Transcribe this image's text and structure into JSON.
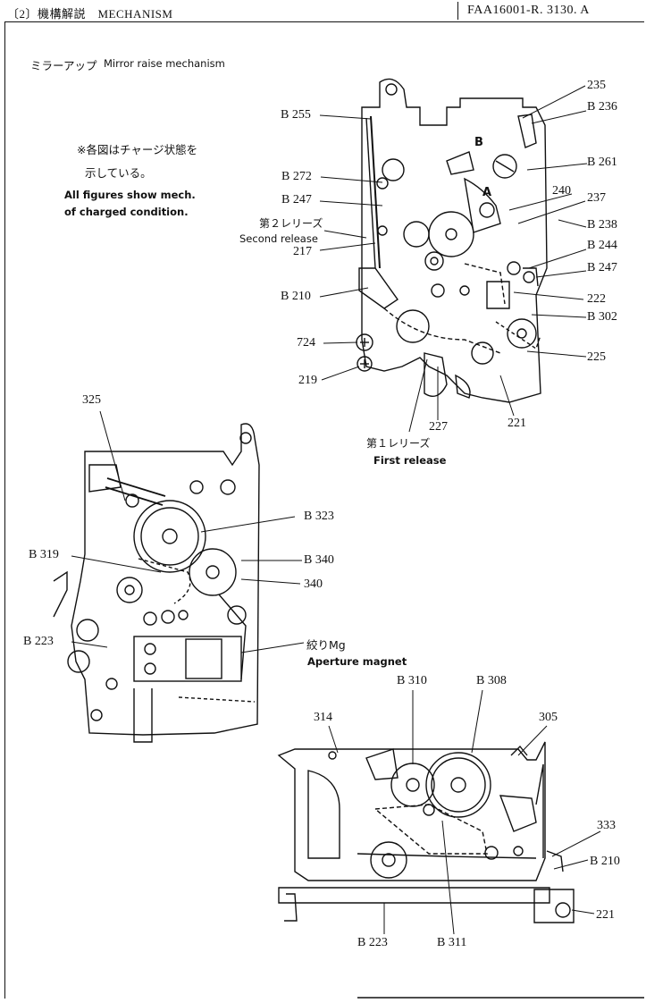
{
  "header": {
    "section": "〔2〕機構解説　MECHANISM",
    "doc_number": "FAA16001-R. 3130. A"
  },
  "title": {
    "jp": "ミラーアップ",
    "en": "Mirror raise mechanism"
  },
  "note": {
    "jp_line1": "※各図はチャージ状態を",
    "jp_line2": "示している。",
    "en_line1": "All figures show mech.",
    "en_line2": "of charged condition."
  },
  "figure1": {
    "labels_left": [
      "B 255",
      "B 272",
      "B 247",
      "第２レリーズ",
      "Second release",
      "217",
      "B 210",
      "724",
      "219"
    ],
    "labels_right": [
      "235",
      "B 236",
      "B 261",
      "240",
      "237",
      "B 238",
      "B 244",
      "B 247",
      "222",
      "B 302",
      "225"
    ],
    "labels_bottom": [
      "227",
      "221",
      "第１レリーズ",
      "First release"
    ],
    "part_letters": [
      "B",
      "A"
    ]
  },
  "figure2": {
    "labels": [
      "325",
      "B 323",
      "B 319",
      "B 340",
      "340",
      "B 223",
      "絞りMg",
      "Aperture magnet"
    ]
  },
  "figure3": {
    "labels": [
      "B 310",
      "B 308",
      "314",
      "305",
      "333",
      "B 210",
      "221",
      "B 223",
      "B 311"
    ]
  }
}
